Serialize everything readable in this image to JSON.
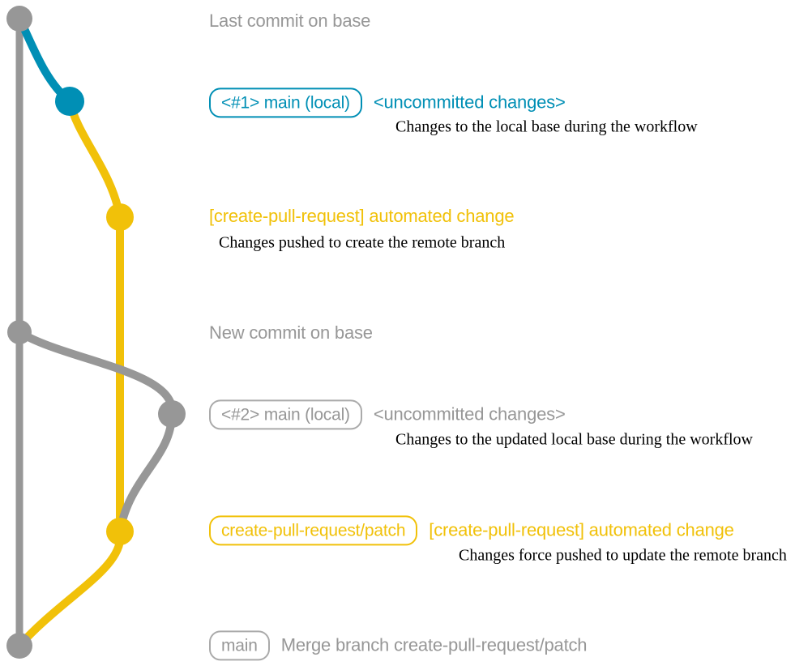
{
  "diagram": {
    "colors": {
      "base_branch_gray": "#979797",
      "local_main_blue": "#008fb5",
      "remote_branch_yellow": "#f1c109",
      "description_text": "#000000"
    },
    "rows": {
      "last_commit": {
        "text": "Last commit on base"
      },
      "local1": {
        "badge": "<#1> main (local)",
        "heading": "<uncommitted changes>",
        "desc": "Changes to the local base during the workflow"
      },
      "push1": {
        "heading": "[create-pull-request] automated change",
        "desc": "Changes pushed to create the remote branch"
      },
      "new_commit": {
        "text": "New commit on base"
      },
      "local2": {
        "badge": "<#2> main (local)",
        "heading": "<uncommitted changes>",
        "desc": "Changes to the updated local base during the workflow"
      },
      "push2": {
        "badge": "create-pull-request/patch",
        "heading": "[create-pull-request] automated change",
        "desc": "Changes force pushed to update the remote branch"
      },
      "merge": {
        "badge": "main",
        "text": "Merge branch create-pull-request/patch"
      }
    }
  }
}
